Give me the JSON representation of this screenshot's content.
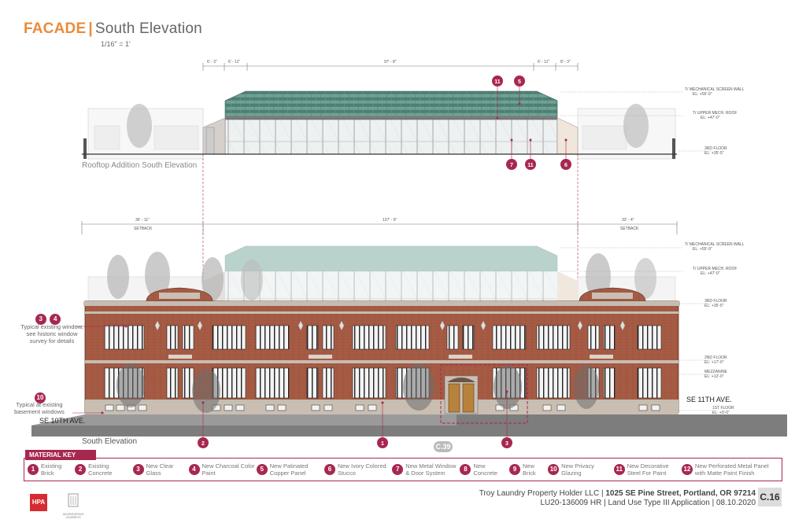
{
  "title": {
    "main": "FACADE",
    "separator": "|",
    "sub": "South Elevation",
    "scale": "1/16\" = 1'"
  },
  "rooftop": {
    "label": "Rooftop Addition South Elevation",
    "dims": [
      "6' - 3\"",
      "6' - 11\"",
      "97' - 8\"",
      "6' - 11\"",
      "8' - 3\""
    ],
    "levels": [
      {
        "name": "T/ MECHANICAL SCREEN WALL",
        "el": "EL: +55'-9\""
      },
      {
        "name": "T/ UPPER MECH. ROOF",
        "el": "EL: +47'-0\""
      },
      {
        "name": "3RD FLOOR",
        "el": "EL: +35'-5\""
      }
    ],
    "callouts": [
      "11",
      "5",
      "7",
      "11",
      "6"
    ]
  },
  "main": {
    "label": "South Elevation",
    "dims": [
      "36' - 11\"",
      "127' - 9\"",
      "33' - 4\""
    ],
    "setback": "SETBACK",
    "levels": [
      {
        "name": "T/ MECHANICAL SCREEN WALL",
        "el": "EL: +55'-9\""
      },
      {
        "name": "T/ UPPER MECH. ROOF",
        "el": "EL: +47'-0\""
      },
      {
        "name": "3RD FLOOR",
        "el": "EL: +35'-5\""
      },
      {
        "name": "2ND FLOOR",
        "el": "EL: +17'-0\""
      },
      {
        "name": "MEZZANINE",
        "el": "EL: +12'-0\""
      },
      {
        "name": "1ST FLOOR",
        "el": "EL: +0'-0\""
      }
    ],
    "street_left": "SE 10TH AVE.",
    "street_right": "SE 11TH AVE.",
    "note1": {
      "a": "3",
      "b": "4",
      "text": "Typical existing window, see historic window survey for details"
    },
    "note2": {
      "a": "10",
      "text": "Typical at existing basement windows"
    },
    "callouts": [
      "2",
      "1",
      "3"
    ],
    "ref": "C.39"
  },
  "material_key": {
    "title": "MATERIAL KEY",
    "items": [
      {
        "n": "1",
        "label": "Existing Brick"
      },
      {
        "n": "2",
        "label": "Existing Concrete"
      },
      {
        "n": "3",
        "label": "New Clear Glass"
      },
      {
        "n": "4",
        "label": "New Charcoal Color Paint"
      },
      {
        "n": "5",
        "label": "New Patinated Copper Panel"
      },
      {
        "n": "6",
        "label": "New Ivory Colored Stucco"
      },
      {
        "n": "7",
        "label": "New Metal Window & Door System"
      },
      {
        "n": "8",
        "label": "New Concrete"
      },
      {
        "n": "9",
        "label": "New Brick"
      },
      {
        "n": "10",
        "label": "New Privacy Glazing"
      },
      {
        "n": "11",
        "label": "New Decorative Steel For Paint"
      },
      {
        "n": "12",
        "label": "New Perforated Metal Panel with Matte Paint Finish"
      }
    ]
  },
  "footer": {
    "line1a": "Troy Laundry Property Holder LLC | ",
    "line1b": "1025 SE Pine Street, Portland, OR 97214",
    "line2": "LU20-136009 HR  | Land Use Type III Application | 08.10.2020",
    "sheet": "C.16",
    "logo": "HPA",
    "logo2": "ADVENTUROUS JOURNEYS"
  },
  "colors": {
    "accent": "#e98b3c",
    "callout": "#a7284f",
    "brick": "#a0503c",
    "copper": "#5e8f82"
  }
}
